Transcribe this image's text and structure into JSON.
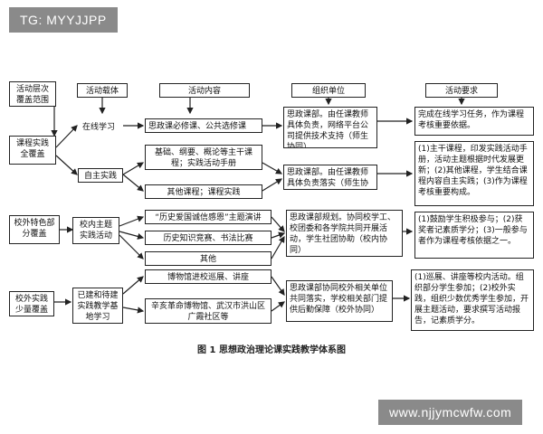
{
  "watermark_top": "TG: MYYJJPP",
  "watermark_bottom": "www.njjymcwfw.com",
  "caption": "图 1 思想政治理论课实践教学体系图",
  "headers": {
    "scope": "活动层次覆盖范围",
    "carrier": "活动载体",
    "content": "活动内容",
    "org": "组织单位",
    "req": "活动要求"
  },
  "rows": {
    "r1": {
      "scope": "课程实践全覆盖",
      "carrier1": "在线学习",
      "carrier2": "自主实践",
      "content1": "思政课必修课、公共选修课",
      "content2": "基础、纲要、概论等主干课程；实践活动手册",
      "content3": "其他课程；课程实践",
      "org1": "思政课部。由任课教师具体负责，网络平台公司提供技术支持（师生协同）",
      "org2": "思政课部。由任课教师具体负责落实（师生协同）",
      "req1": "完成在线学习任务，作为课程考核重要依据。",
      "req2": "(1)主干课程，印发实践活动手册，活动主题根据时代发展更新；(2)其他课程，学生结合课程内容自主实践；(3)作为课程考核重要构成。"
    },
    "r2": {
      "scope": "校外特色部分覆盖",
      "carrier": "校内主题实践活动",
      "content1": "“历史爱国诚信感恩”主题演讲",
      "content2": "历史知识竞赛、书法比赛",
      "content3": "其他",
      "org": "思政课部规划。协同校学工、校团委和各学院共同开展活动，学生社团协助（校内协同）",
      "req": "(1)鼓励学生积极参与；(2)获奖者记素质学分；(3)一般参与者作为课程考核依据之一。"
    },
    "r3": {
      "scope": "校外实践少量覆盖",
      "carrier": "已建和待建实践教学基地学习",
      "content1": "博物馆进校巡展、讲座",
      "content2": "辛亥革命博物馆、武汉市洪山区广霞社区等",
      "org": "思政课部协同校外相关单位共同落实，学校相关部门提供后勤保障（校外协同）",
      "req": "(1)巡展、讲座等校内活动。组织部分学生参加；(2)校外实践，组织少数优秀学生参加，开展主题活动，要求撰写活动报告，记素质学分。"
    }
  }
}
